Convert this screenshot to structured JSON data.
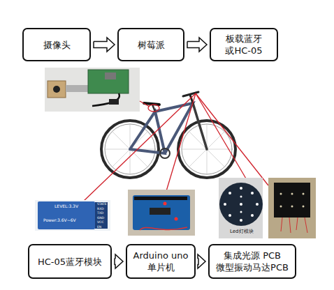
{
  "diagram": {
    "nodes": [
      {
        "text": [
          "摄像头"
        ]
      },
      {
        "text": [
          "树莓派"
        ]
      },
      {
        "text": [
          "板载蓝牙 或HC-05"
        ]
      },
      {
        "text": [
          "HC-05蓝牙模块"
        ]
      },
      {
        "text": [
          "Arduino uno 单片机"
        ]
      },
      {
        "text": [
          "集成光源 PCB 微型振动马达PCB"
        ]
      }
    ],
    "edges": [
      {
        "from": 0,
        "to": 1,
        "arrow": "to"
      },
      {
        "from": 1,
        "to": 2,
        "arrow": "to"
      },
      {
        "from": 3,
        "to": 4,
        "arrow": "to"
      },
      {
        "from": 4,
        "to": 5,
        "arrow": "to"
      }
    ],
    "labels": [
      "Led灯模块",
      "LEVEL:3.3V",
      "Power:3.6V~6V",
      "STATE",
      "RXD",
      "TXD",
      "GND",
      "VCC",
      "EN"
    ]
  }
}
